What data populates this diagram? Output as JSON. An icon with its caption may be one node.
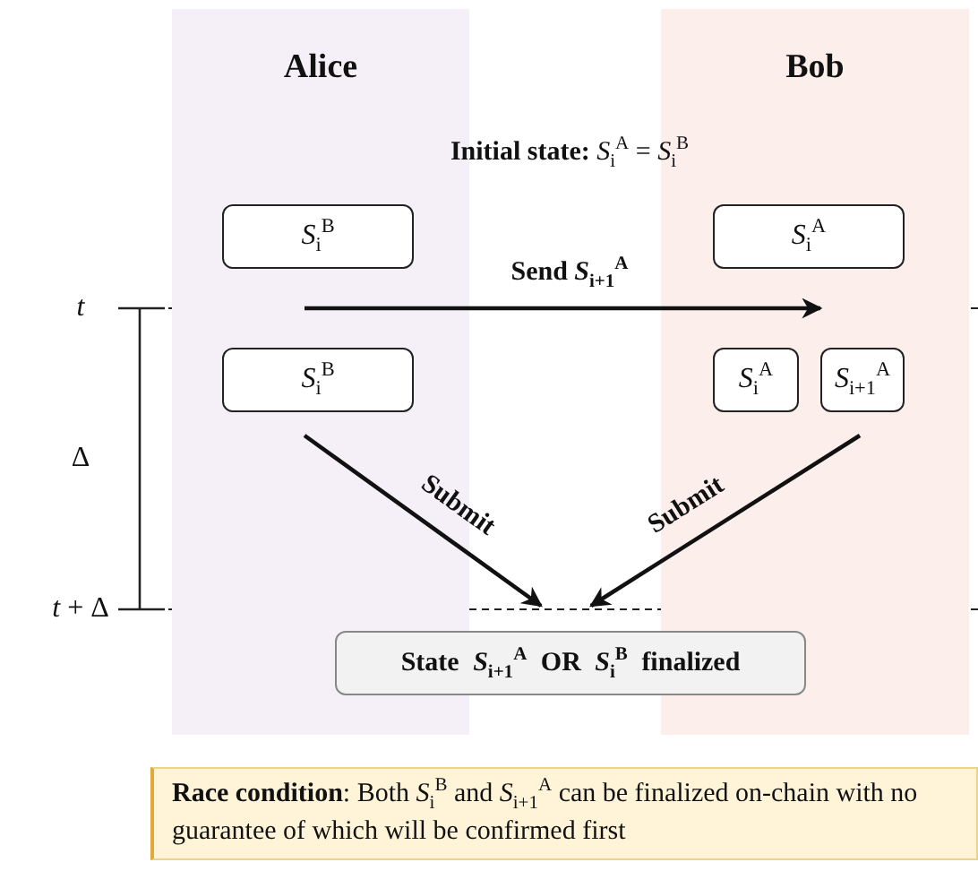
{
  "diagram": {
    "nodes": [
      {
        "text": [
          "Alice"
        ]
      },
      {
        "text": [
          "Bob"
        ]
      },
      {
        "text": [
          "*S*$_{i}$$^{B}$"
        ],
        "in": 0
      },
      {
        "text": [
          "*S*$_{i}$$^{A}$"
        ],
        "in": 1
      },
      {
        "text": [
          "*S*$_{i}$$^{B}$"
        ],
        "in": 0
      },
      {
        "text": [
          "*S*$_{i}$$^{A}$"
        ],
        "in": 1
      },
      {
        "text": [
          "*S*$_{i+1}$$^{A}$"
        ],
        "in": 1
      },
      {
        "text": [
          "State *S*$_{i+1}$$^{A}$ OR *S*$_{i}$$^{B}$ finalized"
        ]
      },
      {
        "text": [
          "**Race condition**: Both *S*$_{i}$$^{B}$ and *S*$_{i+1}$$^{A}$ can be finalized on-chain with no guarantee of which will be confirmed first"
        ]
      }
    ],
    "edges": [
      {
        "from": null,
        "to": 6,
        "arrow": "to",
        "label": "Send *S*$_{i+1}$$^{A}$"
      },
      {
        "from": 4,
        "to": 7,
        "arrow": "to",
        "label": "Submit"
      },
      {
        "from": 6,
        "to": 7,
        "arrow": "to",
        "label": "Submit"
      }
    ],
    "labels": [
      "**Initial state:** *S*$_{i}$$^{A}$ = *S*$_{i}$$^{B}$",
      "*t*",
      "Δ",
      "*t* + Δ"
    ]
  }
}
